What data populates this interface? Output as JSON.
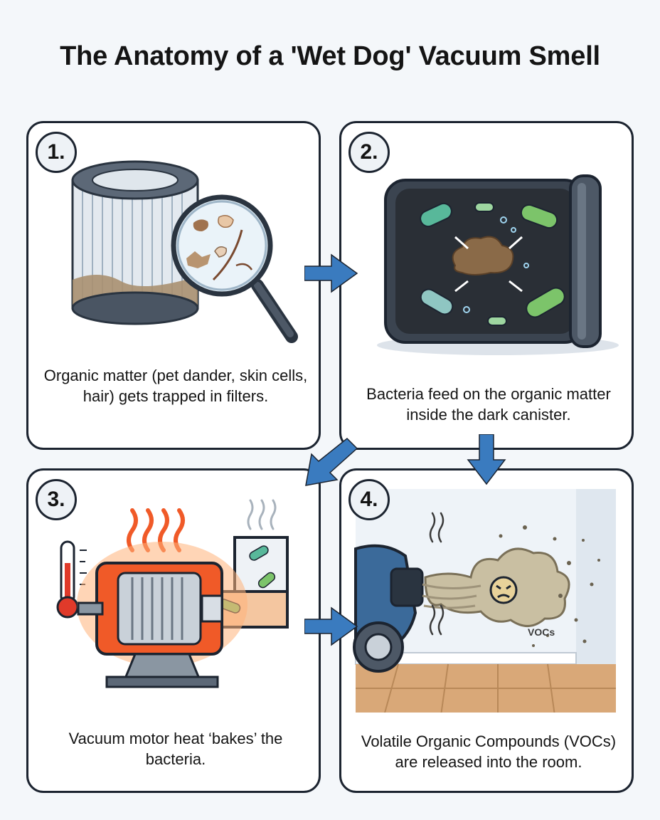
{
  "title": "The Anatomy of a 'Wet Dog' Vacuum Smell",
  "steps": [
    {
      "number": "1.",
      "caption": "Organic matter (pet dander, skin cells, hair) gets trapped in filters."
    },
    {
      "number": "2.",
      "caption": "Bacteria feed on the organic matter inside the dark canister."
    },
    {
      "number": "3.",
      "caption": "Vacuum motor heat ‘bakes’ the bacteria."
    },
    {
      "number": "4.",
      "caption": "Volatile Organic Compounds (VOCs) are released into the room."
    }
  ],
  "labels": {
    "vocs": "VOCs"
  },
  "colors": {
    "arrow": "#3a7bbf",
    "border": "#1c2430",
    "bacteria": "#58b89a",
    "heat": "#f05a28"
  },
  "icons": [
    "filter-icon",
    "magnifying-glass-icon",
    "canister-icon",
    "bacteria-icon",
    "thermometer-icon",
    "motor-icon",
    "heat-waves-icon",
    "vacuum-icon",
    "smell-cloud-icon",
    "frown-face-icon"
  ]
}
